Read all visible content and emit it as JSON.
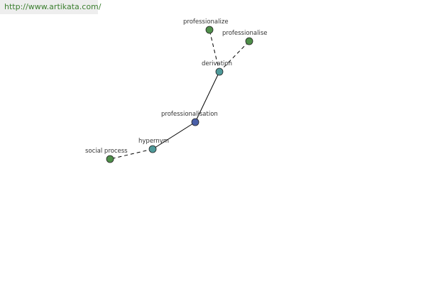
{
  "watermark": {
    "text": "http://www.artikata.com/",
    "color": "#3b7f2f"
  },
  "graph": {
    "nodes": [
      {
        "id": "professionalisation",
        "label": "professionalisation",
        "color": "#4a5fa8",
        "kind": "term"
      },
      {
        "id": "derivation",
        "label": "derivation",
        "color": "#4f9a9a",
        "kind": "relation"
      },
      {
        "id": "hypernym",
        "label": "hypernym",
        "color": "#4f9a9a",
        "kind": "relation"
      },
      {
        "id": "professionalize",
        "label": "professionalize",
        "color": "#4f8f4a",
        "kind": "word"
      },
      {
        "id": "professionalise",
        "label": "professionalise",
        "color": "#4f8f4a",
        "kind": "word"
      },
      {
        "id": "social-process",
        "label": "social process",
        "color": "#4f8f4a",
        "kind": "word"
      }
    ],
    "edges": [
      {
        "from": "professionalisation",
        "to": "derivation",
        "style": "solid"
      },
      {
        "from": "professionalisation",
        "to": "hypernym",
        "style": "solid"
      },
      {
        "from": "derivation",
        "to": "professionalize",
        "style": "dashed"
      },
      {
        "from": "derivation",
        "to": "professionalise",
        "style": "dashed"
      },
      {
        "from": "hypernym",
        "to": "social-process",
        "style": "dashed"
      }
    ]
  }
}
